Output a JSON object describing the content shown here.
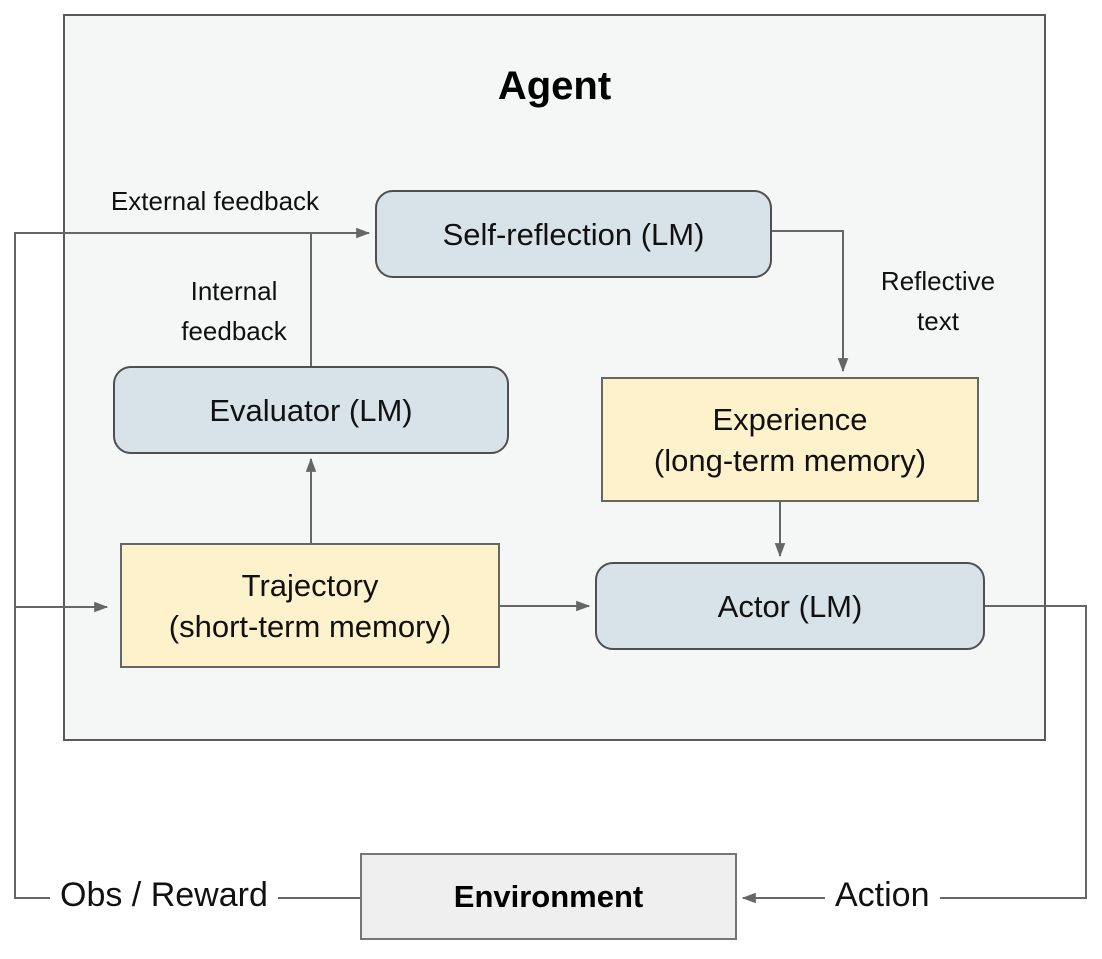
{
  "diagram": {
    "title": "Agent",
    "nodes": {
      "self_reflection": {
        "label": "Self-reflection (LM)",
        "fill": "#d7e3e9",
        "shape": "rounded"
      },
      "evaluator": {
        "label": "Evaluator (LM)",
        "fill": "#d7e3e9",
        "shape": "rounded"
      },
      "experience": {
        "label": "Experience",
        "sublabel": "(long-term memory)",
        "fill": "#fdf2cc",
        "shape": "rect"
      },
      "trajectory": {
        "label": "Trajectory",
        "sublabel": "(short-term memory)",
        "fill": "#fdf2cc",
        "shape": "rect"
      },
      "actor": {
        "label": "Actor (LM)",
        "fill": "#d7e3e9",
        "shape": "rounded"
      },
      "environment": {
        "label": "Environment",
        "fill": "#efefef",
        "shape": "rect"
      }
    },
    "edge_labels": {
      "external_feedback": "External feedback",
      "internal_feedback_line1": "Internal",
      "internal_feedback_line2": "feedback",
      "reflective_text_line1": "Reflective",
      "reflective_text_line2": "text",
      "obs_reward": "Obs / Reward",
      "action": "Action"
    },
    "edges": [
      {
        "from": "environment",
        "to": "self_reflection"
      },
      {
        "from": "environment",
        "to": "trajectory"
      },
      {
        "from": "evaluator",
        "to": "self_reflection"
      },
      {
        "from": "trajectory",
        "to": "evaluator"
      },
      {
        "from": "trajectory",
        "to": "actor"
      },
      {
        "from": "self_reflection",
        "to": "experience"
      },
      {
        "from": "experience",
        "to": "actor"
      },
      {
        "from": "actor",
        "to": "environment"
      }
    ],
    "colors": {
      "background": "#ffffff",
      "agent_fill": "#f5f6f6",
      "lm_box_fill": "#d7e3e9",
      "memory_box_fill": "#fdf2cc",
      "environment_fill": "#efefef",
      "border": "#595959",
      "line": "#666666",
      "text": "#000000"
    }
  }
}
